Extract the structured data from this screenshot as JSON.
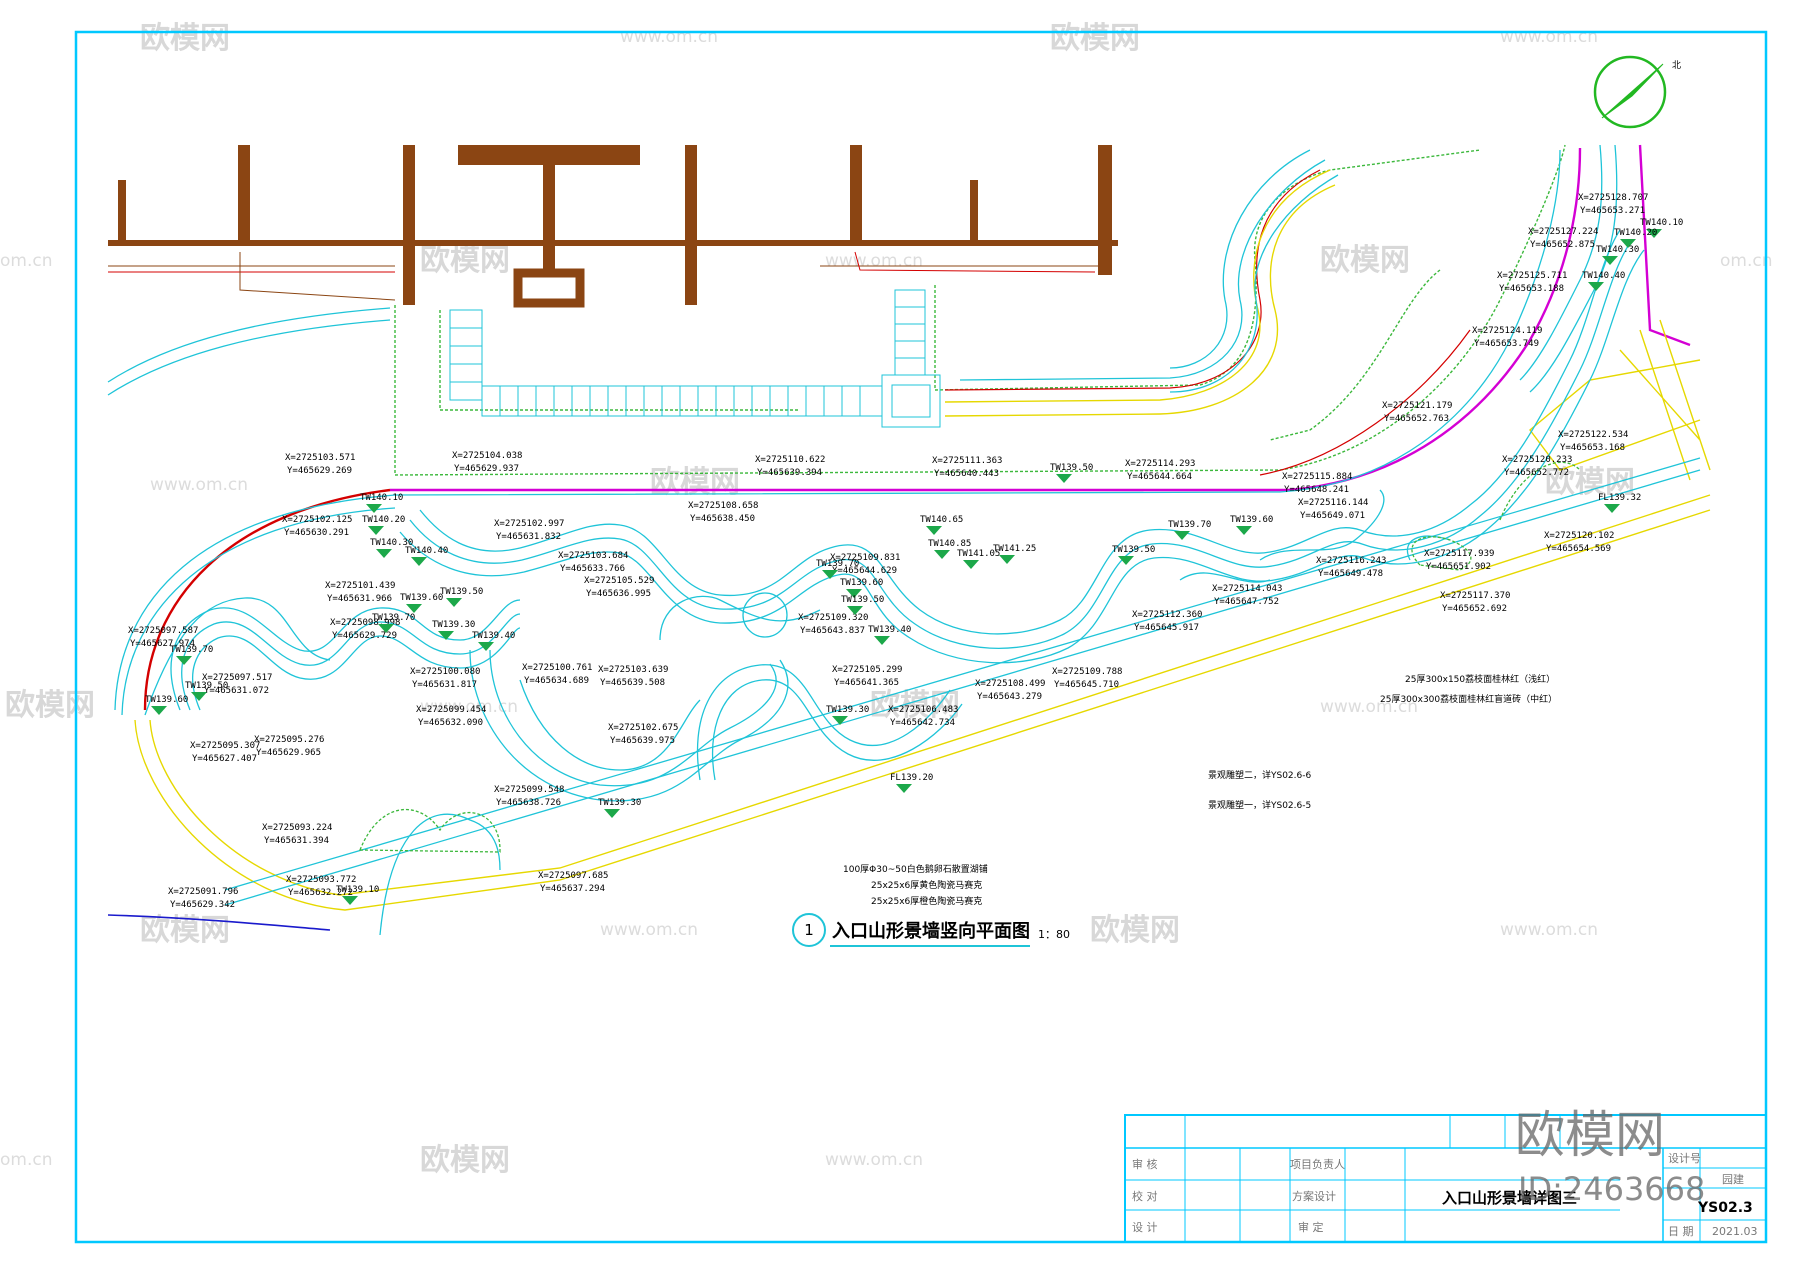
{
  "drawing": {
    "title": "入口山形景墙竖向平面图",
    "number": "1",
    "scale": "1：80",
    "north_label": "北"
  },
  "watermark": {
    "brand": "欧模网",
    "site": "www.om.cn",
    "partial": "om.cn",
    "logo_text": "欧模网",
    "id_text": "ID:2463668"
  },
  "coordinates": [
    {
      "x": "X=2725103.571",
      "y": "Y=465629.269"
    },
    {
      "x": "X=2725104.038",
      "y": "Y=465629.937"
    },
    {
      "x": "X=2725110.622",
      "y": "Y=465639.394"
    },
    {
      "x": "X=2725111.363",
      "y": "Y=465640.443"
    },
    {
      "x": "X=2725114.293",
      "y": "Y=465644.664"
    },
    {
      "x": "X=2725115.884",
      "y": "Y=465648.241"
    },
    {
      "x": "X=2725116.144",
      "y": "Y=465649.071"
    },
    {
      "x": "X=2725102.125",
      "y": "Y=465630.291"
    },
    {
      "x": "X=2725102.997",
      "y": "Y=465631.832"
    },
    {
      "x": "X=2725108.658",
      "y": "Y=465638.450"
    },
    {
      "x": "X=2725103.684",
      "y": "Y=465633.766"
    },
    {
      "x": "X=2725105.529",
      "y": "Y=465636.995"
    },
    {
      "x": "X=2725109.831",
      "y": "Y=465644.629"
    },
    {
      "x": "X=2725101.439",
      "y": "Y=465631.966"
    },
    {
      "x": "X=2725098.998",
      "y": "Y=465629.729"
    },
    {
      "x": "X=2725097.587",
      "y": "Y=465627.974"
    },
    {
      "x": "X=2725097.517",
      "y": "Y=465631.072"
    },
    {
      "x": "X=2725100.080",
      "y": "Y=465631.817"
    },
    {
      "x": "X=2725100.761",
      "y": "Y=465634.689"
    },
    {
      "x": "X=2725103.639",
      "y": "Y=465639.508"
    },
    {
      "x": "X=2725109.320",
      "y": "Y=465643.837"
    },
    {
      "x": "X=2725105.299",
      "y": "Y=465641.365"
    },
    {
      "x": "X=2725099.454",
      "y": "Y=465632.090"
    },
    {
      "x": "X=2725102.675",
      "y": "Y=465639.975"
    },
    {
      "x": "X=2725106.483",
      "y": "Y=465642.734"
    },
    {
      "x": "X=2725108.499",
      "y": "Y=465643.279"
    },
    {
      "x": "X=2725109.788",
      "y": "Y=465645.710"
    },
    {
      "x": "X=2725112.360",
      "y": "Y=465645.917"
    },
    {
      "x": "X=2725114.043",
      "y": "Y=465647.752"
    },
    {
      "x": "X=2725116.243",
      "y": "Y=465649.478"
    },
    {
      "x": "X=2725117.939",
      "y": "Y=465651.902"
    },
    {
      "x": "X=2725117.370",
      "y": "Y=465652.692"
    },
    {
      "x": "X=2725120.102",
      "y": "Y=465654.569"
    },
    {
      "x": "X=2725120.233",
      "y": "Y=465652.772"
    },
    {
      "x": "X=2725122.534",
      "y": "Y=465653.168"
    },
    {
      "x": "X=2725121.179",
      "y": "Y=465652.763"
    },
    {
      "x": "X=2725124.119",
      "y": "Y=465653.749"
    },
    {
      "x": "X=2725125.711",
      "y": "Y=465653.188"
    },
    {
      "x": "X=2725127.224",
      "y": "Y=465652.875"
    },
    {
      "x": "X=2725128.707",
      "y": "Y=465653.271"
    },
    {
      "x": "X=2725095.307",
      "y": "Y=465627.407"
    },
    {
      "x": "X=2725095.276",
      "y": "Y=465629.965"
    },
    {
      "x": "X=2725099.548",
      "y": "Y=465638.726"
    },
    {
      "x": "X=2725093.224",
      "y": "Y=465631.394"
    },
    {
      "x": "X=2725093.772",
      "y": "Y=465632.272"
    },
    {
      "x": "X=2725091.796",
      "y": "Y=465629.342"
    },
    {
      "x": "X=2725097.685",
      "y": "Y=465637.294"
    }
  ],
  "levels": [
    "TW140.10",
    "TW140.20",
    "TW140.30",
    "TW140.40",
    "TW139.60",
    "TW139.50",
    "TW139.70",
    "TW139.30",
    "TW139.40",
    "TW139.70",
    "TW139.50",
    "TW139.60",
    "TW139.50",
    "TW139.70",
    "TW139.60",
    "TW139.50",
    "TW139.40",
    "TW139.30",
    "TW140.65",
    "TW140.85",
    "TW141.05",
    "TW141.25",
    "TW139.70",
    "TW139.60",
    "TW139.50",
    "TW139.30",
    "TW139.10",
    "FL139.20",
    "FL139.32",
    "TW140.10",
    "TW140.20",
    "TW140.30",
    "TW140.40"
  ],
  "notes": {
    "paving_a": "25厚300x150荔枝面桂林红（浅红）",
    "paving_b": "25厚300x300荔枝面桂林红盲道砖（中红）",
    "feature_2": "景观雕塑二，详YS02.6-6",
    "feature_1": "景观雕塑一，详YS02.6-5",
    "mat_1": "100厚Φ30~50白色鹅卵石散置湖铺",
    "mat_2": "25x25x6厚黄色陶瓷马赛克",
    "mat_3": "25x25x6厚橙色陶瓷马赛克"
  },
  "title_block": {
    "audit": "审 核",
    "check": "校 对",
    "design": "设 计",
    "pm": "项目负责人",
    "scheme": "方案设计",
    "approve": "审 定",
    "sheet_name": "入口山形景墙详图三",
    "sheet_no": "YS02.3",
    "date_label": "日 期",
    "date": "2021.03",
    "design_no": "设计号",
    "discipline": "园建"
  },
  "colors": {
    "frame": "#00c8ff",
    "wall": "#1fc4d8",
    "green": "#3cb83c",
    "brown": "#8b4513",
    "magenta": "#d400d4",
    "red": "#d40000",
    "yellow": "#e6d800",
    "marker": "#1ca84a"
  }
}
